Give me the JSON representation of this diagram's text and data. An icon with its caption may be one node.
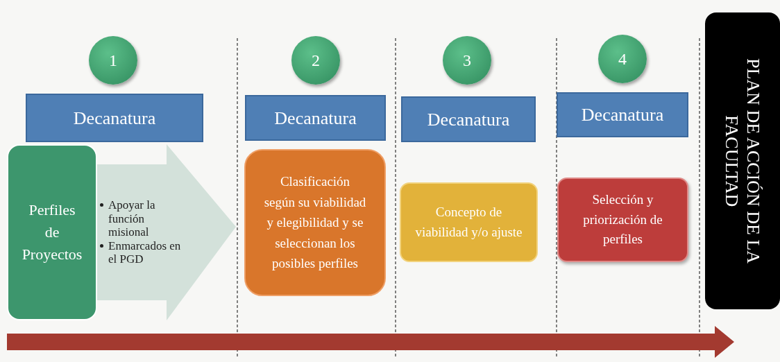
{
  "diagram": {
    "nodes": [
      {
        "text": [
          "1"
        ]
      },
      {
        "text": [
          "Decanatura"
        ]
      },
      {
        "text": [
          "Perfiles de Proyectos"
        ]
      },
      {
        "text": [
          "Apoyar la función misional",
          "Enmarcados en el PGD"
        ]
      },
      {
        "text": [
          "2"
        ]
      },
      {
        "text": [
          "Decanatura"
        ]
      },
      {
        "text": [
          "Clasificación según su viabilidad y elegibilidad y se seleccionan los posibles perfiles"
        ]
      },
      {
        "text": [
          "3"
        ]
      },
      {
        "text": [
          "Decanatura"
        ]
      },
      {
        "text": [
          "Concepto de viabilidad y/o ajuste"
        ]
      },
      {
        "text": [
          "4"
        ]
      },
      {
        "text": [
          "Decanatura"
        ]
      },
      {
        "text": [
          "Selección y priorización de perfiles"
        ]
      },
      {
        "text": [
          "PLAN DE ACCIÓN DE LA FACULTAD"
        ]
      }
    ]
  }
}
